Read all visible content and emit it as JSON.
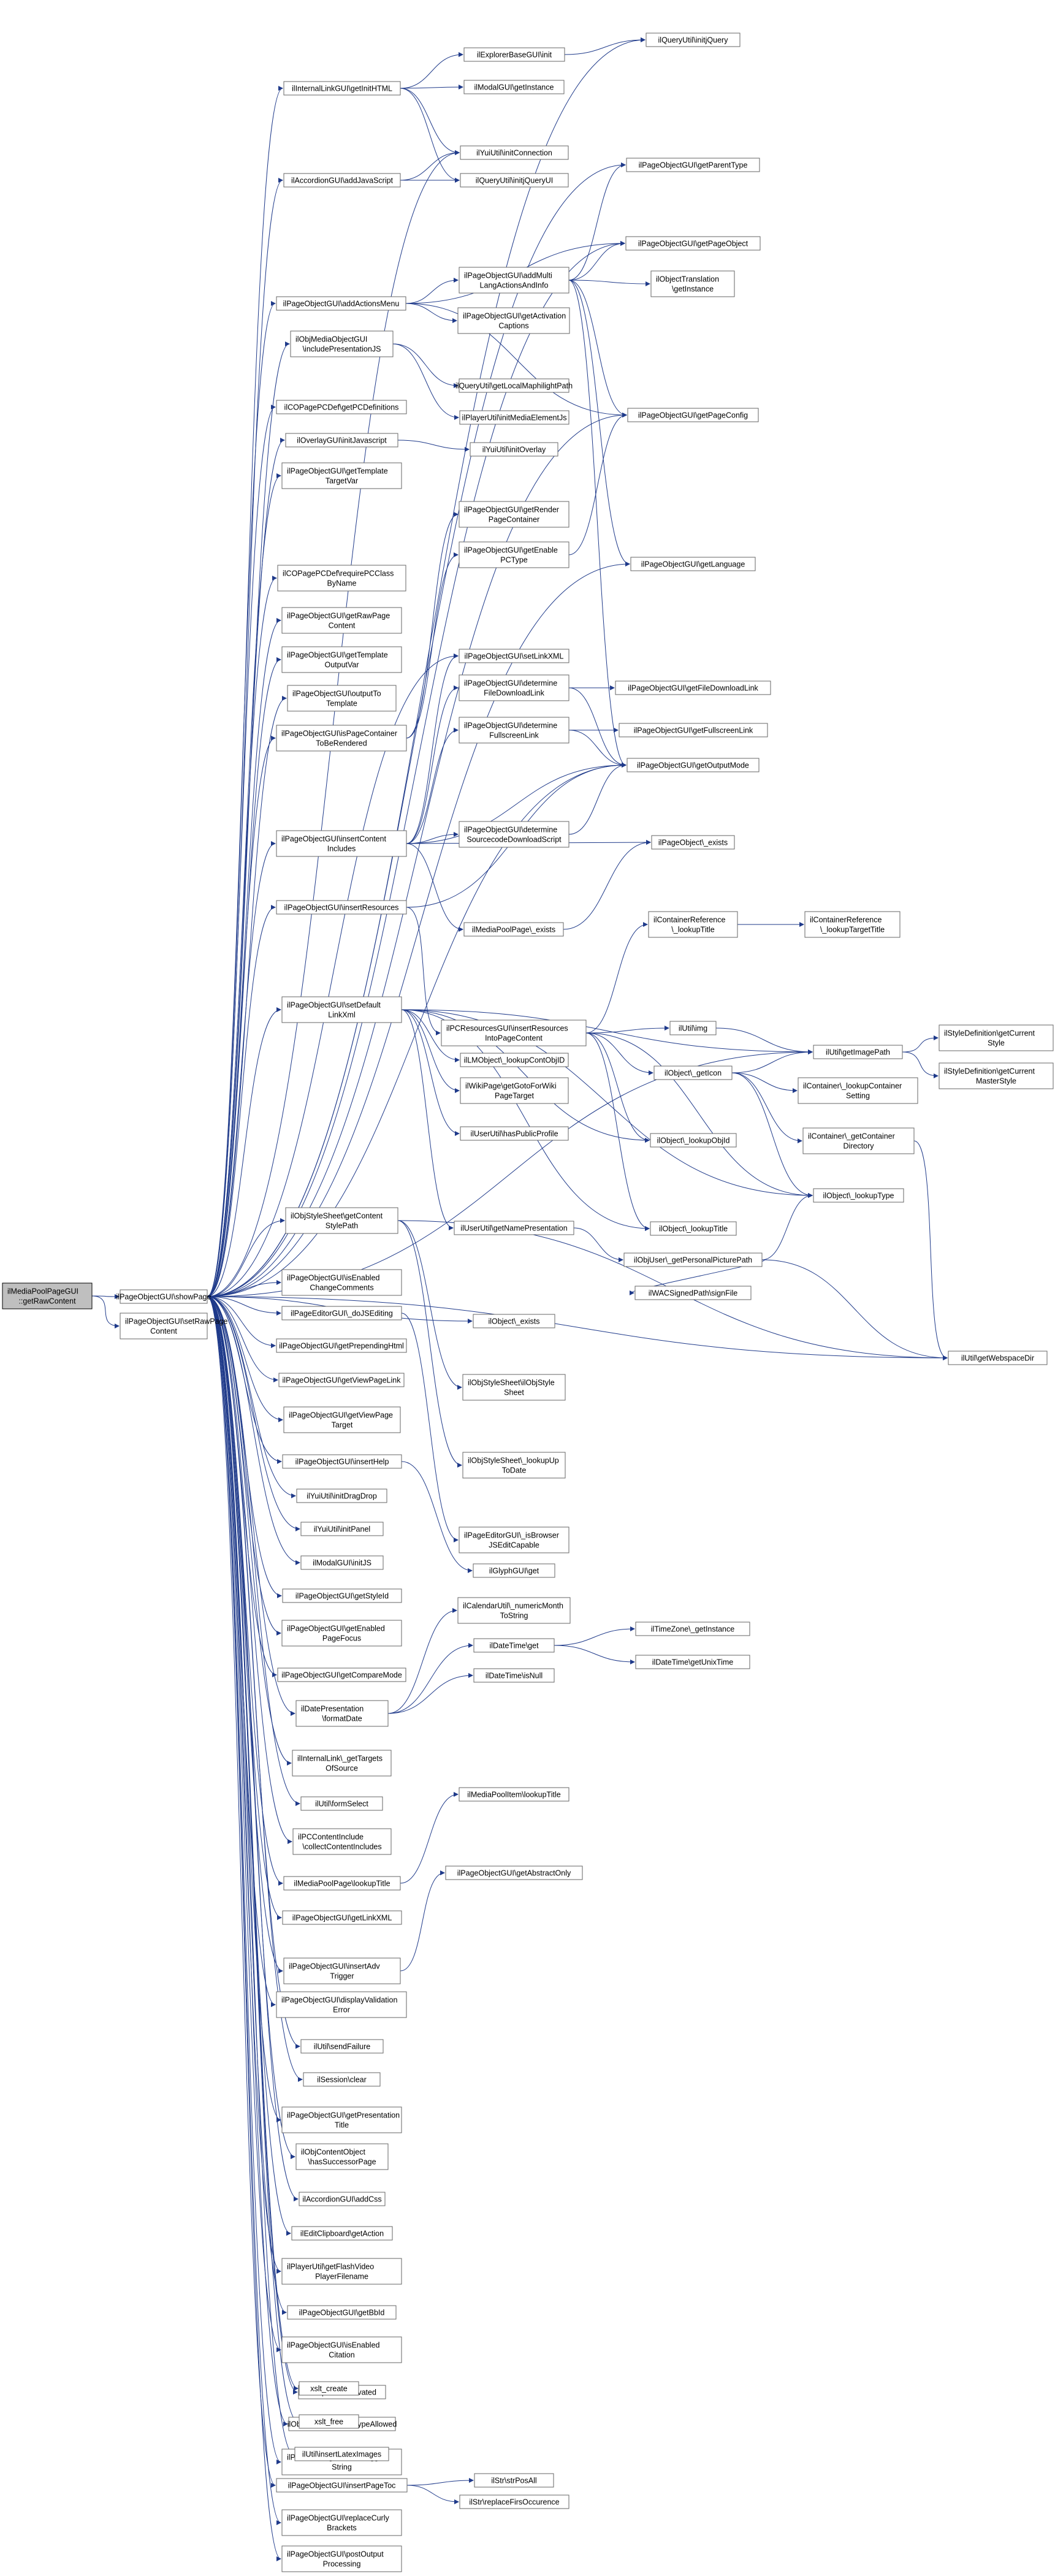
{
  "graph": {
    "title": "",
    "root": "n0",
    "edge_color": "#1f3a8a",
    "node_fill": "#ffffff",
    "root_fill": "#bfbfbf"
  },
  "nodes": [
    {
      "id": "n0",
      "label": [
        "ilMediaPoolPageGUI",
        "::getRawContent"
      ]
    },
    {
      "id": "n1",
      "label": [
        "ilPageObjectGUI\\showPage"
      ]
    },
    {
      "id": "n2",
      "label": [
        "ilPageObjectGUI\\setRawPage",
        "Content"
      ]
    },
    {
      "id": "a1",
      "label": [
        "ilInternalLinkGUI\\getInitHTML"
      ]
    },
    {
      "id": "a2",
      "label": [
        "ilAccordionGUI\\addJavaScript"
      ]
    },
    {
      "id": "a3",
      "label": [
        "ilPageObjectGUI\\addActionsMenu"
      ]
    },
    {
      "id": "a4",
      "label": [
        "ilObjMediaObjectGUI",
        "\\includePresentationJS"
      ]
    },
    {
      "id": "a5",
      "label": [
        "ilCOPagePCDef\\getPCDefinitions"
      ]
    },
    {
      "id": "a6",
      "label": [
        "ilOverlayGUI\\initJavascript"
      ]
    },
    {
      "id": "a7",
      "label": [
        "ilPageObjectGUI\\getTemplate",
        "TargetVar"
      ]
    },
    {
      "id": "a8",
      "label": [
        "ilCOPagePCDef\\requirePCClass",
        "ByName"
      ]
    },
    {
      "id": "a9",
      "label": [
        "ilPageObjectGUI\\getRawPage",
        "Content"
      ]
    },
    {
      "id": "a10",
      "label": [
        "ilPageObjectGUI\\getTemplate",
        "OutputVar"
      ]
    },
    {
      "id": "a11",
      "label": [
        "ilPageObjectGUI\\outputTo",
        "Template"
      ]
    },
    {
      "id": "a12",
      "label": [
        "ilPageObjectGUI\\isPageContainer",
        "ToBeRendered"
      ]
    },
    {
      "id": "a13",
      "label": [
        "ilPageObjectGUI\\insertContent",
        "Includes"
      ]
    },
    {
      "id": "a14",
      "label": [
        "ilPageObjectGUI\\insertResources"
      ]
    },
    {
      "id": "a15",
      "label": [
        "ilPageObjectGUI\\setDefault",
        "LinkXml"
      ]
    },
    {
      "id": "a16",
      "label": [
        "ilObjStyleSheet\\getContent",
        "StylePath"
      ]
    },
    {
      "id": "a17",
      "label": [
        "ilPageObjectGUI\\isEnabled",
        "ChangeComments"
      ]
    },
    {
      "id": "a18",
      "label": [
        "ilPageEditorGUI\\_doJSEditing"
      ]
    },
    {
      "id": "a19",
      "label": [
        "ilPageObjectGUI\\getPrependingHtml"
      ]
    },
    {
      "id": "a20",
      "label": [
        "ilPageObjectGUI\\getViewPageLink"
      ]
    },
    {
      "id": "a21",
      "label": [
        "ilPageObjectGUI\\getViewPage",
        "Target"
      ]
    },
    {
      "id": "a22",
      "label": [
        "ilPageObjectGUI\\insertHelp"
      ]
    },
    {
      "id": "a23",
      "label": [
        "ilYuiUtil\\initDragDrop"
      ]
    },
    {
      "id": "a24",
      "label": [
        "ilYuiUtil\\initPanel"
      ]
    },
    {
      "id": "a25",
      "label": [
        "ilModalGUI\\initJS"
      ]
    },
    {
      "id": "a26",
      "label": [
        "ilPageObjectGUI\\getStyleId"
      ]
    },
    {
      "id": "a27",
      "label": [
        "ilPageObjectGUI\\getEnabled",
        "PageFocus"
      ]
    },
    {
      "id": "a28",
      "label": [
        "ilPageObjectGUI\\getCompareMode"
      ]
    },
    {
      "id": "a29",
      "label": [
        "ilDatePresentation",
        "\\formatDate"
      ]
    },
    {
      "id": "a30",
      "label": [
        "ilInternalLink\\_getTargets",
        "OfSource"
      ]
    },
    {
      "id": "a31",
      "label": [
        "ilUtil\\formSelect"
      ]
    },
    {
      "id": "a32",
      "label": [
        "ilPCContentInclude",
        "\\collectContentIncludes"
      ]
    },
    {
      "id": "a33",
      "label": [
        "ilMediaPoolPage\\lookupTitle"
      ]
    },
    {
      "id": "a34",
      "label": [
        "ilPageObjectGUI\\getLinkXML"
      ]
    },
    {
      "id": "a35",
      "label": [
        "ilPageObjectGUI\\insertAdv",
        "Trigger"
      ]
    },
    {
      "id": "a36",
      "label": [
        "ilPageObjectGUI\\displayValidation",
        "Error"
      ]
    },
    {
      "id": "a37",
      "label": [
        "ilUtil\\sendFailure"
      ]
    },
    {
      "id": "a38",
      "label": [
        "ilSession\\clear"
      ]
    },
    {
      "id": "a39",
      "label": [
        "ilPageObjectGUI\\getPresentation",
        "Title"
      ]
    },
    {
      "id": "a40",
      "label": [
        "ilObjContentObject",
        "\\hasSuccessorPage"
      ]
    },
    {
      "id": "a41",
      "label": [
        "ilAccordionGUI\\addCss"
      ]
    },
    {
      "id": "a42",
      "label": [
        "ilEditClipboard\\getAction"
      ]
    },
    {
      "id": "a43",
      "label": [
        "ilPlayerUtil\\getFlashVideo",
        "PlayerFilename"
      ]
    },
    {
      "id": "a44",
      "label": [
        "ilPageObjectGUI\\getBbId"
      ]
    },
    {
      "id": "a45",
      "label": [
        "ilPageObjectGUI\\isEnabled",
        "Citation"
      ]
    },
    {
      "id": "a46",
      "label": [
        "ilMapUtil\\isActivated"
      ]
    },
    {
      "id": "a47",
      "label": [
        "ilObjMediaObject\\isTypeAllowed"
      ]
    },
    {
      "id": "a48",
      "label": [
        "ilPCSection\\getCacheTrigger",
        "String"
      ]
    },
    {
      "id": "a49",
      "label": [
        "xslt_create"
      ]
    },
    {
      "id": "a50",
      "label": [
        "xslt_free"
      ]
    },
    {
      "id": "a51",
      "label": [
        "ilUtil\\insertLatexImages"
      ]
    },
    {
      "id": "a52",
      "label": [
        "ilPageObjectGUI\\insertPageToc"
      ]
    },
    {
      "id": "a53",
      "label": [
        "ilPageObjectGUI\\replaceCurly",
        "Brackets"
      ]
    },
    {
      "id": "a54",
      "label": [
        "ilPageObjectGUI\\postOutput",
        "Processing"
      ]
    },
    {
      "id": "b1",
      "label": [
        "ilExplorerBaseGUI\\init"
      ]
    },
    {
      "id": "b2",
      "label": [
        "ilModalGUI\\getInstance"
      ]
    },
    {
      "id": "b3",
      "label": [
        "ilYuiUtil\\initConnection"
      ]
    },
    {
      "id": "b4",
      "label": [
        "ilQueryUtil\\initjQueryUI"
      ]
    },
    {
      "id": "b5",
      "label": [
        "ilPageObjectGUI\\addMulti",
        "LangActionsAndInfo"
      ]
    },
    {
      "id": "b6",
      "label": [
        "ilPageObjectGUI\\getActivation",
        "Captions"
      ]
    },
    {
      "id": "b7",
      "label": [
        "ilQueryUtil\\getLocalMaphilightPath"
      ]
    },
    {
      "id": "b8",
      "label": [
        "ilPlayerUtil\\initMediaElementJs"
      ]
    },
    {
      "id": "b9",
      "label": [
        "ilYuiUtil\\initOverlay"
      ]
    },
    {
      "id": "b10",
      "label": [
        "ilPageObjectGUI\\getRender",
        "PageContainer"
      ]
    },
    {
      "id": "b11",
      "label": [
        "ilPageObjectGUI\\getEnable",
        "PCType"
      ]
    },
    {
      "id": "b12",
      "label": [
        "ilPageObjectGUI\\setLinkXML"
      ]
    },
    {
      "id": "b13",
      "label": [
        "ilPageObjectGUI\\determine",
        "FileDownloadLink"
      ]
    },
    {
      "id": "b14",
      "label": [
        "ilPageObjectGUI\\determine",
        "FullscreenLink"
      ]
    },
    {
      "id": "b15",
      "label": [
        "ilPageObjectGUI\\determine",
        "SourcecodeDownloadScript"
      ]
    },
    {
      "id": "b16",
      "label": [
        "ilMediaPoolPage\\_exists"
      ]
    },
    {
      "id": "b17",
      "label": [
        "ilPCResourcesGUI\\insertResources",
        "IntoPageContent"
      ]
    },
    {
      "id": "b18",
      "label": [
        "ilLMObject\\_lookupContObjID"
      ]
    },
    {
      "id": "b19",
      "label": [
        "ilWikiPage\\getGotoForWiki",
        "PageTarget"
      ]
    },
    {
      "id": "b20",
      "label": [
        "ilUserUtil\\hasPublicProfile"
      ]
    },
    {
      "id": "b21",
      "label": [
        "ilUserUtil\\getNamePresentation"
      ]
    },
    {
      "id": "b22",
      "label": [
        "ilObject\\_exists"
      ]
    },
    {
      "id": "b23",
      "label": [
        "ilObjStyleSheet\\ilObjStyle",
        "Sheet"
      ]
    },
    {
      "id": "b24",
      "label": [
        "ilObjStyleSheet\\_lookupUp",
        "ToDate"
      ]
    },
    {
      "id": "b25",
      "label": [
        "ilPageEditorGUI\\_isBrowser",
        "JSEditCapable"
      ]
    },
    {
      "id": "b26",
      "label": [
        "ilGlyphGUI\\get"
      ]
    },
    {
      "id": "b27",
      "label": [
        "ilCalendarUtil\\_numericMonth",
        "ToString"
      ]
    },
    {
      "id": "b28",
      "label": [
        "ilDateTime\\get"
      ]
    },
    {
      "id": "b29",
      "label": [
        "ilDateTime\\isNull"
      ]
    },
    {
      "id": "b30",
      "label": [
        "ilMediaPoolItem\\lookupTitle"
      ]
    },
    {
      "id": "b31",
      "label": [
        "ilPageObjectGUI\\getAbstractOnly"
      ]
    },
    {
      "id": "b32",
      "label": [
        "ilStr\\strPosAll"
      ]
    },
    {
      "id": "b33",
      "label": [
        "ilStr\\replaceFirsOccurence"
      ]
    },
    {
      "id": "c1",
      "label": [
        "ilQueryUtil\\initjQuery"
      ]
    },
    {
      "id": "c2",
      "label": [
        "ilPageObjectGUI\\getParentType"
      ]
    },
    {
      "id": "c3",
      "label": [
        "ilPageObjectGUI\\getPageObject"
      ]
    },
    {
      "id": "c4",
      "label": [
        "ilObjectTranslation",
        "\\getInstance"
      ]
    },
    {
      "id": "c5",
      "label": [
        "ilPageObjectGUI\\getPageConfig"
      ]
    },
    {
      "id": "c6",
      "label": [
        "ilPageObjectGUI\\getLanguage"
      ]
    },
    {
      "id": "c7",
      "label": [
        "ilPageObjectGUI\\getFileDownloadLink"
      ]
    },
    {
      "id": "c8",
      "label": [
        "ilPageObjectGUI\\getFullscreenLink"
      ]
    },
    {
      "id": "c9",
      "label": [
        "ilPageObjectGUI\\getOutputMode"
      ]
    },
    {
      "id": "c10",
      "label": [
        "ilPageObject\\_exists"
      ]
    },
    {
      "id": "c11",
      "label": [
        "ilContainerReference",
        "\\_lookupTitle"
      ]
    },
    {
      "id": "c12",
      "label": [
        "ilUtil\\img"
      ]
    },
    {
      "id": "c13",
      "label": [
        "ilObject\\_getIcon"
      ]
    },
    {
      "id": "c14",
      "label": [
        "ilObject\\_lookupObjId"
      ]
    },
    {
      "id": "c15",
      "label": [
        "ilObject\\_lookupTitle"
      ]
    },
    {
      "id": "c16",
      "label": [
        "ilObjUser\\_getPersonalPicturePath"
      ]
    },
    {
      "id": "c17",
      "label": [
        "ilWACSignedPath\\signFile"
      ]
    },
    {
      "id": "c18",
      "label": [
        "ilTimeZone\\_getInstance"
      ]
    },
    {
      "id": "c19",
      "label": [
        "ilDateTime\\getUnixTime"
      ]
    },
    {
      "id": "d1",
      "label": [
        "ilContainerReference",
        "\\_lookupTargetTitle"
      ]
    },
    {
      "id": "d2",
      "label": [
        "ilUtil\\getImagePath"
      ]
    },
    {
      "id": "d3",
      "label": [
        "ilContainer\\_lookupContainer",
        "Setting"
      ]
    },
    {
      "id": "d4",
      "label": [
        "ilContainer\\_getContainer",
        "Directory"
      ]
    },
    {
      "id": "d5",
      "label": [
        "ilObject\\_lookupType"
      ]
    },
    {
      "id": "d6",
      "label": [
        "ilUtil\\getWebspaceDir"
      ]
    },
    {
      "id": "e1",
      "label": [
        "ilStyleDefinition\\getCurrent",
        "Style"
      ]
    },
    {
      "id": "e2",
      "label": [
        "ilStyleDefinition\\getCurrent",
        "MasterStyle"
      ]
    }
  ],
  "edges": [
    [
      "n0",
      "n1"
    ],
    [
      "n0",
      "n2"
    ],
    [
      "n1",
      "a1"
    ],
    [
      "n1",
      "a2"
    ],
    [
      "n1",
      "a3"
    ],
    [
      "n1",
      "a4"
    ],
    [
      "n1",
      "a5"
    ],
    [
      "n1",
      "a6"
    ],
    [
      "n1",
      "a7"
    ],
    [
      "n1",
      "a8"
    ],
    [
      "n1",
      "a9"
    ],
    [
      "n1",
      "a10"
    ],
    [
      "n1",
      "a11"
    ],
    [
      "n1",
      "a12"
    ],
    [
      "n1",
      "a13"
    ],
    [
      "n1",
      "a14"
    ],
    [
      "n1",
      "a15"
    ],
    [
      "n1",
      "a16"
    ],
    [
      "n1",
      "a17"
    ],
    [
      "n1",
      "a18"
    ],
    [
      "n1",
      "a19"
    ],
    [
      "n1",
      "a20"
    ],
    [
      "n1",
      "a21"
    ],
    [
      "n1",
      "a22"
    ],
    [
      "n1",
      "a23"
    ],
    [
      "n1",
      "a24"
    ],
    [
      "n1",
      "a25"
    ],
    [
      "n1",
      "a26"
    ],
    [
      "n1",
      "a27"
    ],
    [
      "n1",
      "a28"
    ],
    [
      "n1",
      "a29"
    ],
    [
      "n1",
      "a30"
    ],
    [
      "n1",
      "a31"
    ],
    [
      "n1",
      "a32"
    ],
    [
      "n1",
      "a33"
    ],
    [
      "n1",
      "a34"
    ],
    [
      "n1",
      "a35"
    ],
    [
      "n1",
      "a36"
    ],
    [
      "n1",
      "a37"
    ],
    [
      "n1",
      "a38"
    ],
    [
      "n1",
      "a39"
    ],
    [
      "n1",
      "a40"
    ],
    [
      "n1",
      "a41"
    ],
    [
      "n1",
      "a42"
    ],
    [
      "n1",
      "a43"
    ],
    [
      "n1",
      "a44"
    ],
    [
      "n1",
      "a45"
    ],
    [
      "n1",
      "a46"
    ],
    [
      "n1",
      "a47"
    ],
    [
      "n1",
      "a48"
    ],
    [
      "n1",
      "a49"
    ],
    [
      "n1",
      "a50"
    ],
    [
      "n1",
      "a51"
    ],
    [
      "n1",
      "a52"
    ],
    [
      "n1",
      "a53"
    ],
    [
      "n1",
      "a54"
    ],
    [
      "n1",
      "c1"
    ],
    [
      "n1",
      "b3"
    ],
    [
      "n1",
      "c2"
    ],
    [
      "n1",
      "c3"
    ],
    [
      "n1",
      "c5"
    ],
    [
      "n1",
      "c6"
    ],
    [
      "n1",
      "c9"
    ],
    [
      "n1",
      "b12"
    ],
    [
      "n1",
      "d2"
    ],
    [
      "n1",
      "d6"
    ],
    [
      "n1",
      "b22"
    ],
    [
      "a1",
      "b1"
    ],
    [
      "a1",
      "b2"
    ],
    [
      "a1",
      "b3"
    ],
    [
      "a1",
      "b4"
    ],
    [
      "b1",
      "c1"
    ],
    [
      "a2",
      "b3"
    ],
    [
      "a2",
      "b4"
    ],
    [
      "a3",
      "b5"
    ],
    [
      "a3",
      "b6"
    ],
    [
      "a3",
      "c3"
    ],
    [
      "a3",
      "c5"
    ],
    [
      "b5",
      "c2"
    ],
    [
      "b5",
      "c3"
    ],
    [
      "b5",
      "c4"
    ],
    [
      "b5",
      "c5"
    ],
    [
      "b5",
      "c6"
    ],
    [
      "b5",
      "c9"
    ],
    [
      "a4",
      "b7"
    ],
    [
      "a4",
      "b8"
    ],
    [
      "a6",
      "b9"
    ],
    [
      "a12",
      "b10"
    ],
    [
      "a12",
      "b11"
    ],
    [
      "b11",
      "c5"
    ],
    [
      "a13",
      "b12"
    ],
    [
      "a13",
      "b13"
    ],
    [
      "a13",
      "b14"
    ],
    [
      "a13",
      "b15"
    ],
    [
      "a13",
      "c9"
    ],
    [
      "a13",
      "c10"
    ],
    [
      "a13",
      "b16"
    ],
    [
      "b13",
      "c7"
    ],
    [
      "b13",
      "c9"
    ],
    [
      "b14",
      "c8"
    ],
    [
      "b14",
      "c9"
    ],
    [
      "b15",
      "c9"
    ],
    [
      "b16",
      "c10"
    ],
    [
      "a14",
      "b17"
    ],
    [
      "a14",
      "c9"
    ],
    [
      "b17",
      "c11"
    ],
    [
      "b17",
      "c12"
    ],
    [
      "b17",
      "c13"
    ],
    [
      "b17",
      "c14"
    ],
    [
      "b17",
      "c15"
    ],
    [
      "b17",
      "d5"
    ],
    [
      "c11",
      "d1"
    ],
    [
      "c12",
      "d2"
    ],
    [
      "c13",
      "d2"
    ],
    [
      "c13",
      "d3"
    ],
    [
      "c13",
      "d4"
    ],
    [
      "c13",
      "d5"
    ],
    [
      "d2",
      "e1"
    ],
    [
      "d2",
      "e2"
    ],
    [
      "d4",
      "d6"
    ],
    [
      "a15",
      "b18"
    ],
    [
      "a15",
      "b19"
    ],
    [
      "a15",
      "b20"
    ],
    [
      "a15",
      "b21"
    ],
    [
      "a15",
      "c14"
    ],
    [
      "a15",
      "c15"
    ],
    [
      "a15",
      "d5"
    ],
    [
      "a15",
      "d2"
    ],
    [
      "b21",
      "c16"
    ],
    [
      "c16",
      "c17"
    ],
    [
      "c16",
      "d5"
    ],
    [
      "c16",
      "d6"
    ],
    [
      "a16",
      "b23"
    ],
    [
      "a16",
      "b24"
    ],
    [
      "a16",
      "d6"
    ],
    [
      "a18",
      "b25"
    ],
    [
      "a22",
      "b26"
    ],
    [
      "a29",
      "b27"
    ],
    [
      "a29",
      "b28"
    ],
    [
      "a29",
      "b29"
    ],
    [
      "b28",
      "c18"
    ],
    [
      "b28",
      "c19"
    ],
    [
      "a33",
      "b30"
    ],
    [
      "a35",
      "b31"
    ],
    [
      "a52",
      "b32"
    ],
    [
      "a52",
      "b33"
    ]
  ]
}
